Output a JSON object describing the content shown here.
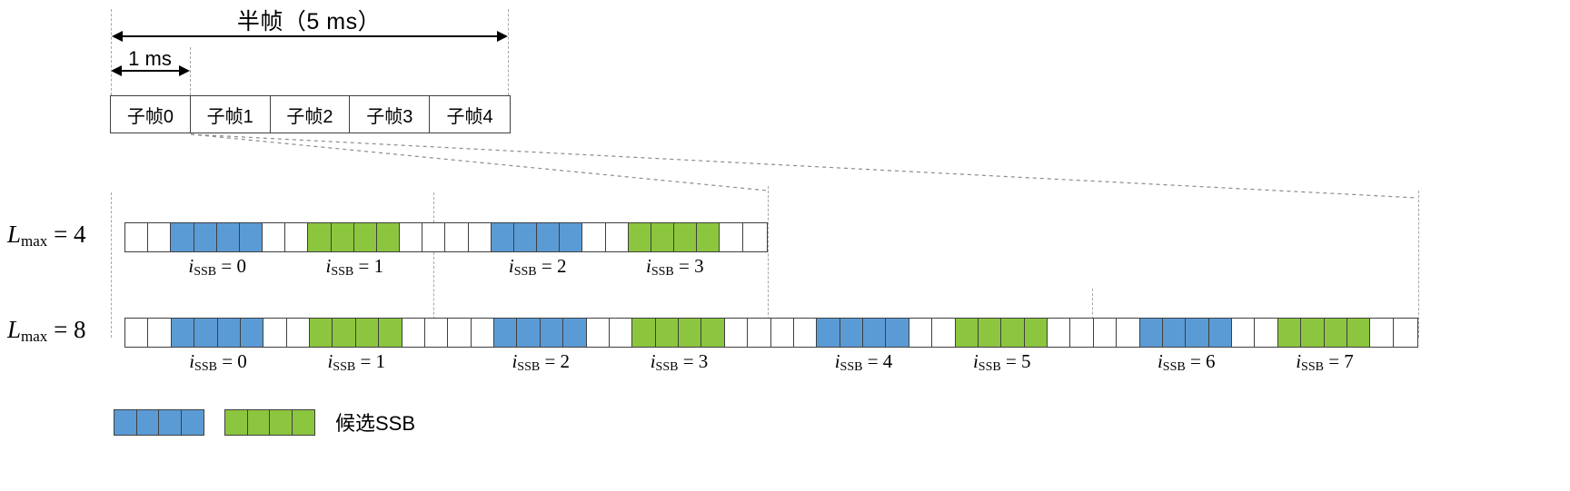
{
  "diagram": {
    "title_halfframe": "半帧（5 ms）",
    "label_one_ms": "1 ms",
    "subframes": [
      {
        "label": "子帧0"
      },
      {
        "label": "子帧1"
      },
      {
        "label": "子帧2"
      },
      {
        "label": "子帧3"
      },
      {
        "label": "子帧4"
      }
    ],
    "rows": [
      {
        "label_L": "L",
        "label_sub": "max",
        "label_eq": " = 4",
        "label_full": "Lmax = 4",
        "num_half_subframes": 2,
        "issb_labels": [
          {
            "var": "i",
            "sub": "SSB",
            "eq": " = 0"
          },
          {
            "var": "i",
            "sub": "SSB",
            "eq": " = 1"
          },
          {
            "var": "i",
            "sub": "SSB",
            "eq": " = 2"
          },
          {
            "var": "i",
            "sub": "SSB",
            "eq": " = 3"
          }
        ]
      },
      {
        "label_L": "L",
        "label_sub": "max",
        "label_eq": " = 8",
        "label_full": "Lmax = 8",
        "num_half_subframes": 4,
        "issb_labels": [
          {
            "var": "i",
            "sub": "SSB",
            "eq": " = 0"
          },
          {
            "var": "i",
            "sub": "SSB",
            "eq": " = 1"
          },
          {
            "var": "i",
            "sub": "SSB",
            "eq": " = 2"
          },
          {
            "var": "i",
            "sub": "SSB",
            "eq": " = 3"
          },
          {
            "var": "i",
            "sub": "SSB",
            "eq": " = 4"
          },
          {
            "var": "i",
            "sub": "SSB",
            "eq": " = 5"
          },
          {
            "var": "i",
            "sub": "SSB",
            "eq": " = 6"
          },
          {
            "var": "i",
            "sub": "SSB",
            "eq": " = 7"
          }
        ]
      }
    ],
    "symbol_pattern": [
      "white",
      "white",
      "blue",
      "blue",
      "blue",
      "blue",
      "white",
      "white",
      "green",
      "green",
      "green",
      "green",
      "white",
      "white"
    ],
    "legend": {
      "text": "候选SSB",
      "block_colors": [
        "blue",
        "green"
      ],
      "cells_per_block": 4
    },
    "colors": {
      "blue": "#5B9BD5",
      "green": "#8CC63E",
      "border": "#3f3f3f",
      "guide": "#a6a6a6"
    }
  }
}
